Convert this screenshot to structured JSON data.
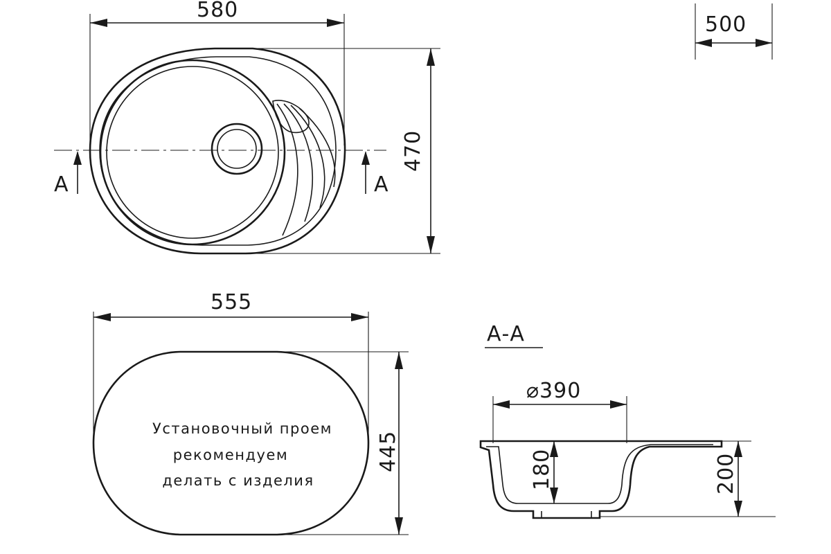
{
  "top_view": {
    "width_dim": "580",
    "height_dim": "470",
    "section_mark_left": "А",
    "section_mark_right": "А"
  },
  "corner_dim": "500",
  "cutout_view": {
    "width_dim": "555",
    "height_dim": "445",
    "note_line1": "Установочный проем",
    "note_line2": "рекомендуем",
    "note_line3": "делать с изделия"
  },
  "section_view": {
    "title": "А-А",
    "diameter_dim": "⌀390",
    "bowl_depth_dim": "180",
    "total_height_dim": "200"
  }
}
